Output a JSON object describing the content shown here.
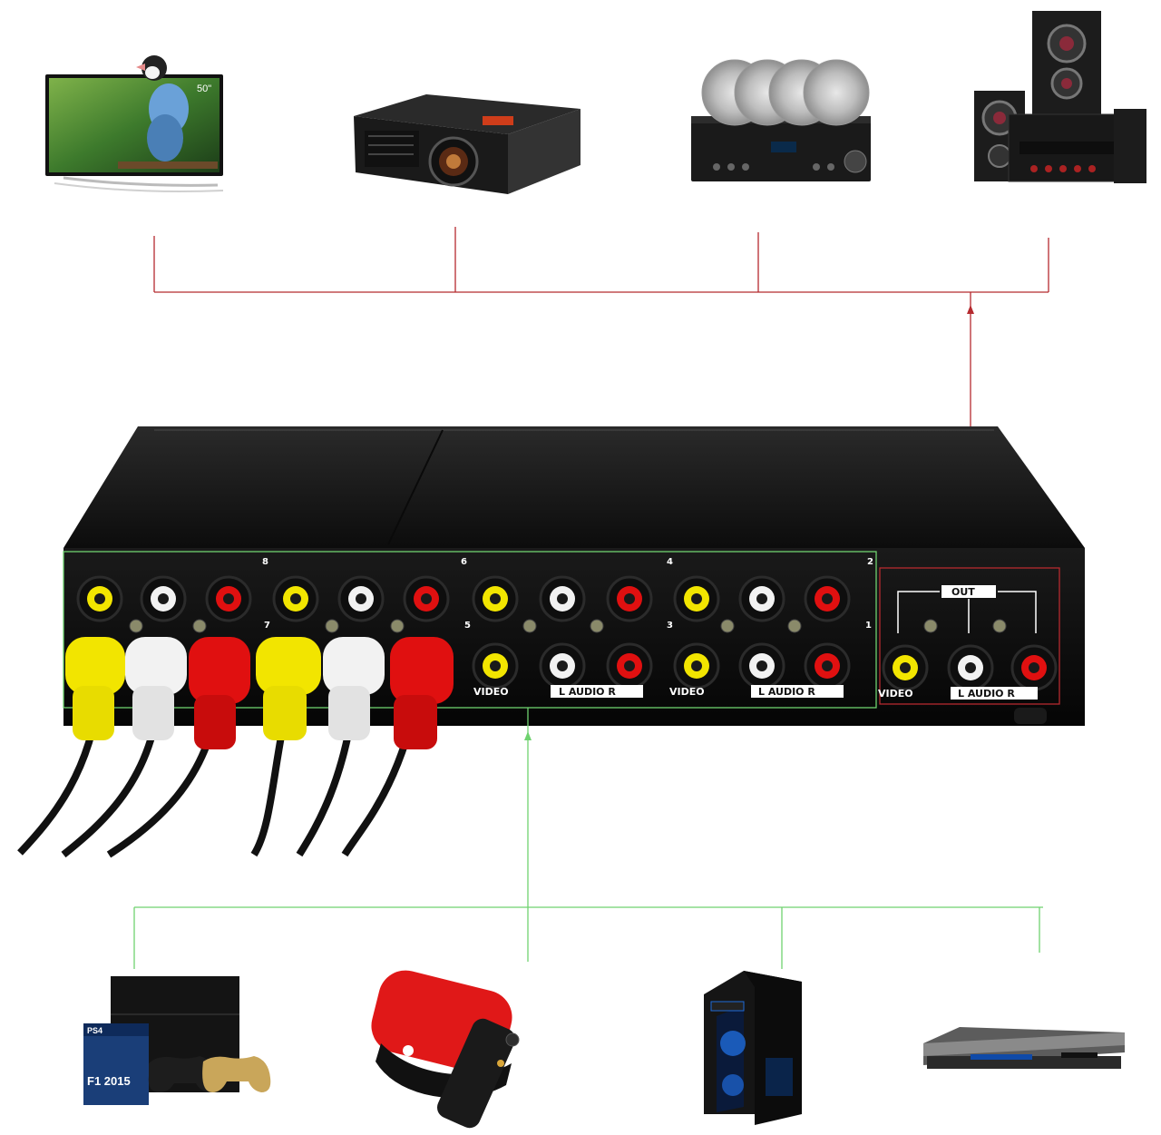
{
  "tv": {
    "screen_label": "50\""
  },
  "switch": {
    "input_numbers": [
      "8",
      "6",
      "4",
      "2",
      "7",
      "5",
      "3",
      "1"
    ],
    "video_label": "VIDEO",
    "audio_label": "L  AUDIO R",
    "out_label": "OUT"
  },
  "game_box": {
    "title_label": "F1 2015",
    "brand_label": "PS4"
  },
  "colors": {
    "output_line": "#b52a2f",
    "input_line": "#6fd26f",
    "jack_yellow": "#f2e500",
    "jack_red": "#e01010",
    "jack_white": "#f2f2f2"
  }
}
